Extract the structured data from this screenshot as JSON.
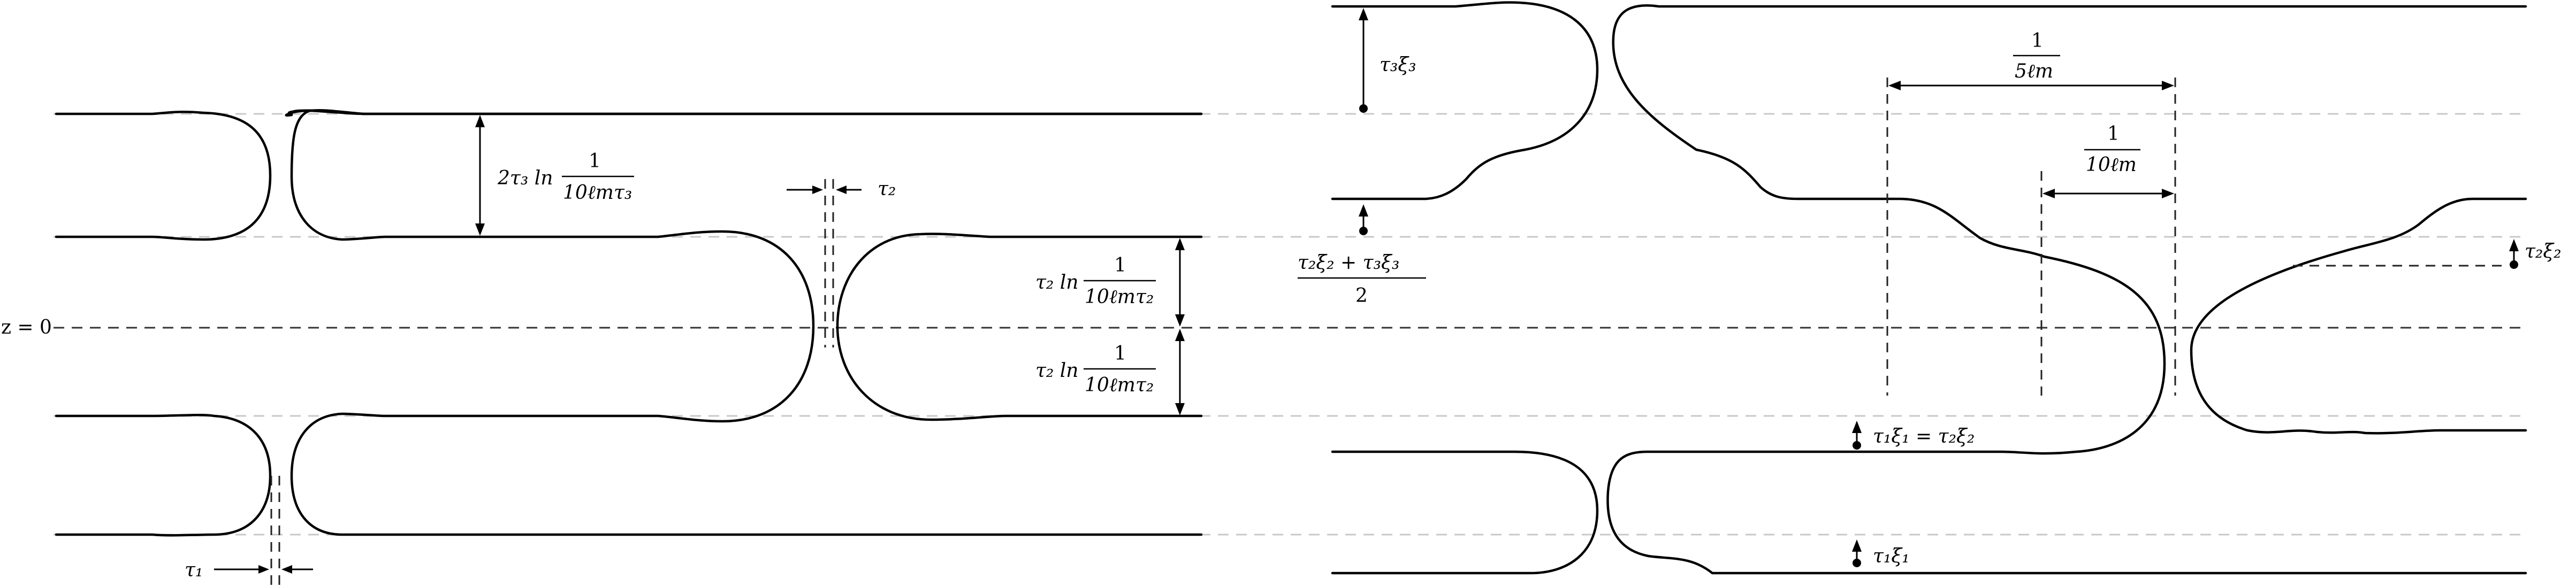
{
  "left_panel": {
    "z_label": "z = 0",
    "gap_top_label": "2τ₃ ln",
    "gap_top_frac_num": "1",
    "gap_top_frac_den": "10ℓmτ₃",
    "tau2_label": "τ₂",
    "tau1_label": "τ₁",
    "upper_half_label": "τ₂ ln",
    "upper_half_frac_num": "1",
    "upper_half_frac_den": "10ℓmτ₂",
    "lower_half_label": "τ₂ ln",
    "lower_half_frac_num": "1",
    "lower_half_frac_den": "10ℓmτ₂"
  },
  "right_panel": {
    "tau3xi3_label": "τ₃ξ₃",
    "avg_frac_num": "τ₂ξ₂ + τ₃ξ₃",
    "avg_frac_den": "2",
    "width_large_num": "1",
    "width_large_den": "5ℓm",
    "width_small_num": "1",
    "width_small_den": "10ℓm",
    "tau2xi2_label": "τ₂ξ₂",
    "eq_label": "τ₁ξ₁ = τ₂ξ₂",
    "tau1xi1_label": "τ₁ξ₁"
  }
}
